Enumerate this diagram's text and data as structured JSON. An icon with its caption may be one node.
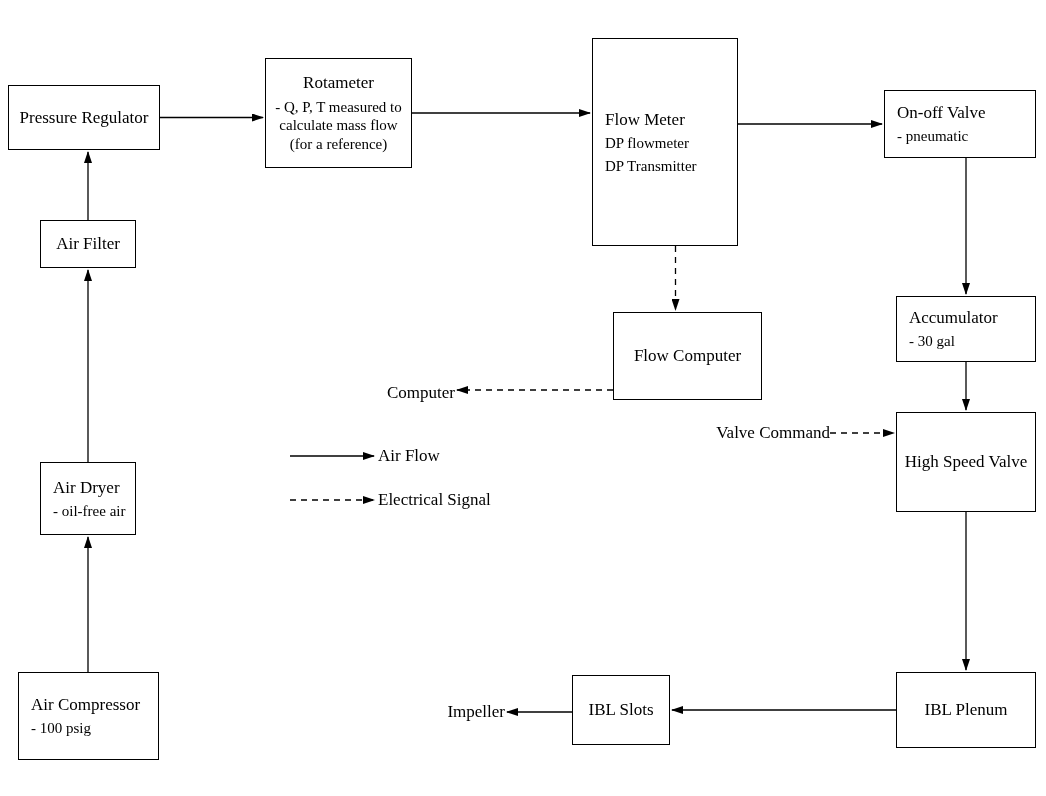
{
  "diagram": {
    "nodes": [
      {
        "text": [
          "Pressure Regulator"
        ]
      },
      {
        "text": [
          "Rotameter",
          "- Q, P, T measured to calculate mass flow (for a reference)"
        ]
      },
      {
        "text": [
          "Flow Meter",
          "DP flowmeter",
          "DP Transmitter"
        ]
      },
      {
        "text": [
          "On-off Valve",
          "- pneumatic"
        ]
      },
      {
        "text": [
          "Air Filter"
        ]
      },
      {
        "text": [
          "Flow Computer"
        ]
      },
      {
        "text": [
          "Computer"
        ]
      },
      {
        "text": [
          "Accumulator",
          "- 30 gal"
        ]
      },
      {
        "text": [
          "Air Dryer",
          "- oil-free air"
        ]
      },
      {
        "text": [
          "Valve Command"
        ]
      },
      {
        "text": [
          "High Speed Valve"
        ]
      },
      {
        "text": [
          "Air Compressor",
          "- 100 psig"
        ]
      },
      {
        "text": [
          "Impeller"
        ]
      },
      {
        "text": [
          "IBL Slots"
        ]
      },
      {
        "text": [
          "IBL Plenum"
        ]
      }
    ],
    "edges": [
      {
        "from": 11,
        "to": 8,
        "arrow": "to"
      },
      {
        "from": 8,
        "to": 4,
        "arrow": "to"
      },
      {
        "from": 4,
        "to": 0,
        "arrow": "to"
      },
      {
        "from": 0,
        "to": 1,
        "arrow": "to"
      },
      {
        "from": 1,
        "to": 2,
        "arrow": "to"
      },
      {
        "from": 2,
        "to": 3,
        "arrow": "to"
      },
      {
        "from": 3,
        "to": 7,
        "arrow": "to"
      },
      {
        "from": 7,
        "to": 10,
        "arrow": "to"
      },
      {
        "from": 10,
        "to": 14,
        "arrow": "to"
      },
      {
        "from": 14,
        "to": 13,
        "arrow": "to"
      },
      {
        "from": 13,
        "to": 12,
        "arrow": "to"
      },
      {
        "from": 2,
        "to": 5,
        "arrow": "to",
        "style": "dashed"
      },
      {
        "from": 5,
        "to": 6,
        "arrow": "to",
        "style": "dashed"
      },
      {
        "from": 9,
        "to": 10,
        "arrow": "to",
        "style": "dashed"
      }
    ],
    "legend": [
      {
        "text": "Air Flow"
      },
      {
        "text": "Electrical Signal"
      }
    ]
  }
}
